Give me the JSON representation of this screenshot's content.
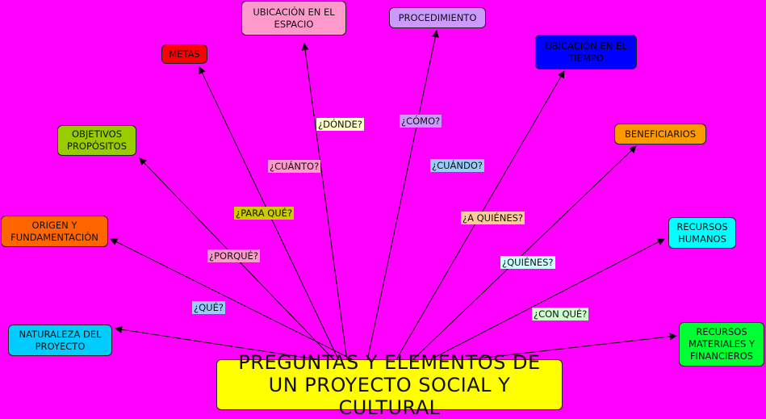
{
  "main": {
    "text": "PREGUNTAS Y ELEMENTOS DE UN PROYECTO SOCIAL Y CULTURAL",
    "color": "#ffff00"
  },
  "nodes": {
    "ubicacion_espacio": {
      "text": "UBICACIÓN EN EL ESPACIO",
      "color": "#ff99cc"
    },
    "procedimiento": {
      "text": "PROCEDIMIENTO",
      "color": "#cc99ff"
    },
    "ubicacion_tiempo": {
      "text": "UBICACIÓN EN EL TIEMPO",
      "color": "#0000ff"
    },
    "metas": {
      "text": "METAS",
      "color": "#ff0000"
    },
    "objetivos": {
      "text": "OBJETIVOS PROPÓSITOS",
      "color": "#99cc00"
    },
    "beneficiarios": {
      "text": "BENEFICIARIOS",
      "color": "#ff9900"
    },
    "origen": {
      "text": "ORIGEN Y FUNDAMENTACIÓN",
      "color": "#ff6600"
    },
    "recursos_humanos": {
      "text": "RECURSOS HUMANOS",
      "color": "#00ffff"
    },
    "naturaleza": {
      "text": "NATURALEZA DEL PROYECTO",
      "color": "#00ccff"
    },
    "recursos_materiales": {
      "text": "RECURSOS MATERIALES Y FINANCIEROS",
      "color": "#00ff33"
    }
  },
  "labels": {
    "donde": {
      "text": "¿DÓNDE?",
      "color": "#ffffcc"
    },
    "como": {
      "text": "¿CÓMO?",
      "color": "#cc99ff"
    },
    "cuando": {
      "text": "¿CUÁNDO?",
      "color": "#99ccff"
    },
    "cuanto": {
      "text": "¿CUÁNTO?",
      "color": "#ff99cc"
    },
    "para_que": {
      "text": "¿PARA QUÉ?",
      "color": "#cccc00"
    },
    "a_quienes": {
      "text": "¿A QUIÉNES?",
      "color": "#ffcc99"
    },
    "porque": {
      "text": "¿PORQUÉ?",
      "color": "#ff99cc"
    },
    "quienes": {
      "text": "¿QUIÉNES?",
      "color": "#ccffff"
    },
    "que": {
      "text": "¿QUÉ?",
      "color": "#99ccff"
    },
    "con_que": {
      "text": "¿CON QUÉ?",
      "color": "#ccffcc"
    }
  }
}
